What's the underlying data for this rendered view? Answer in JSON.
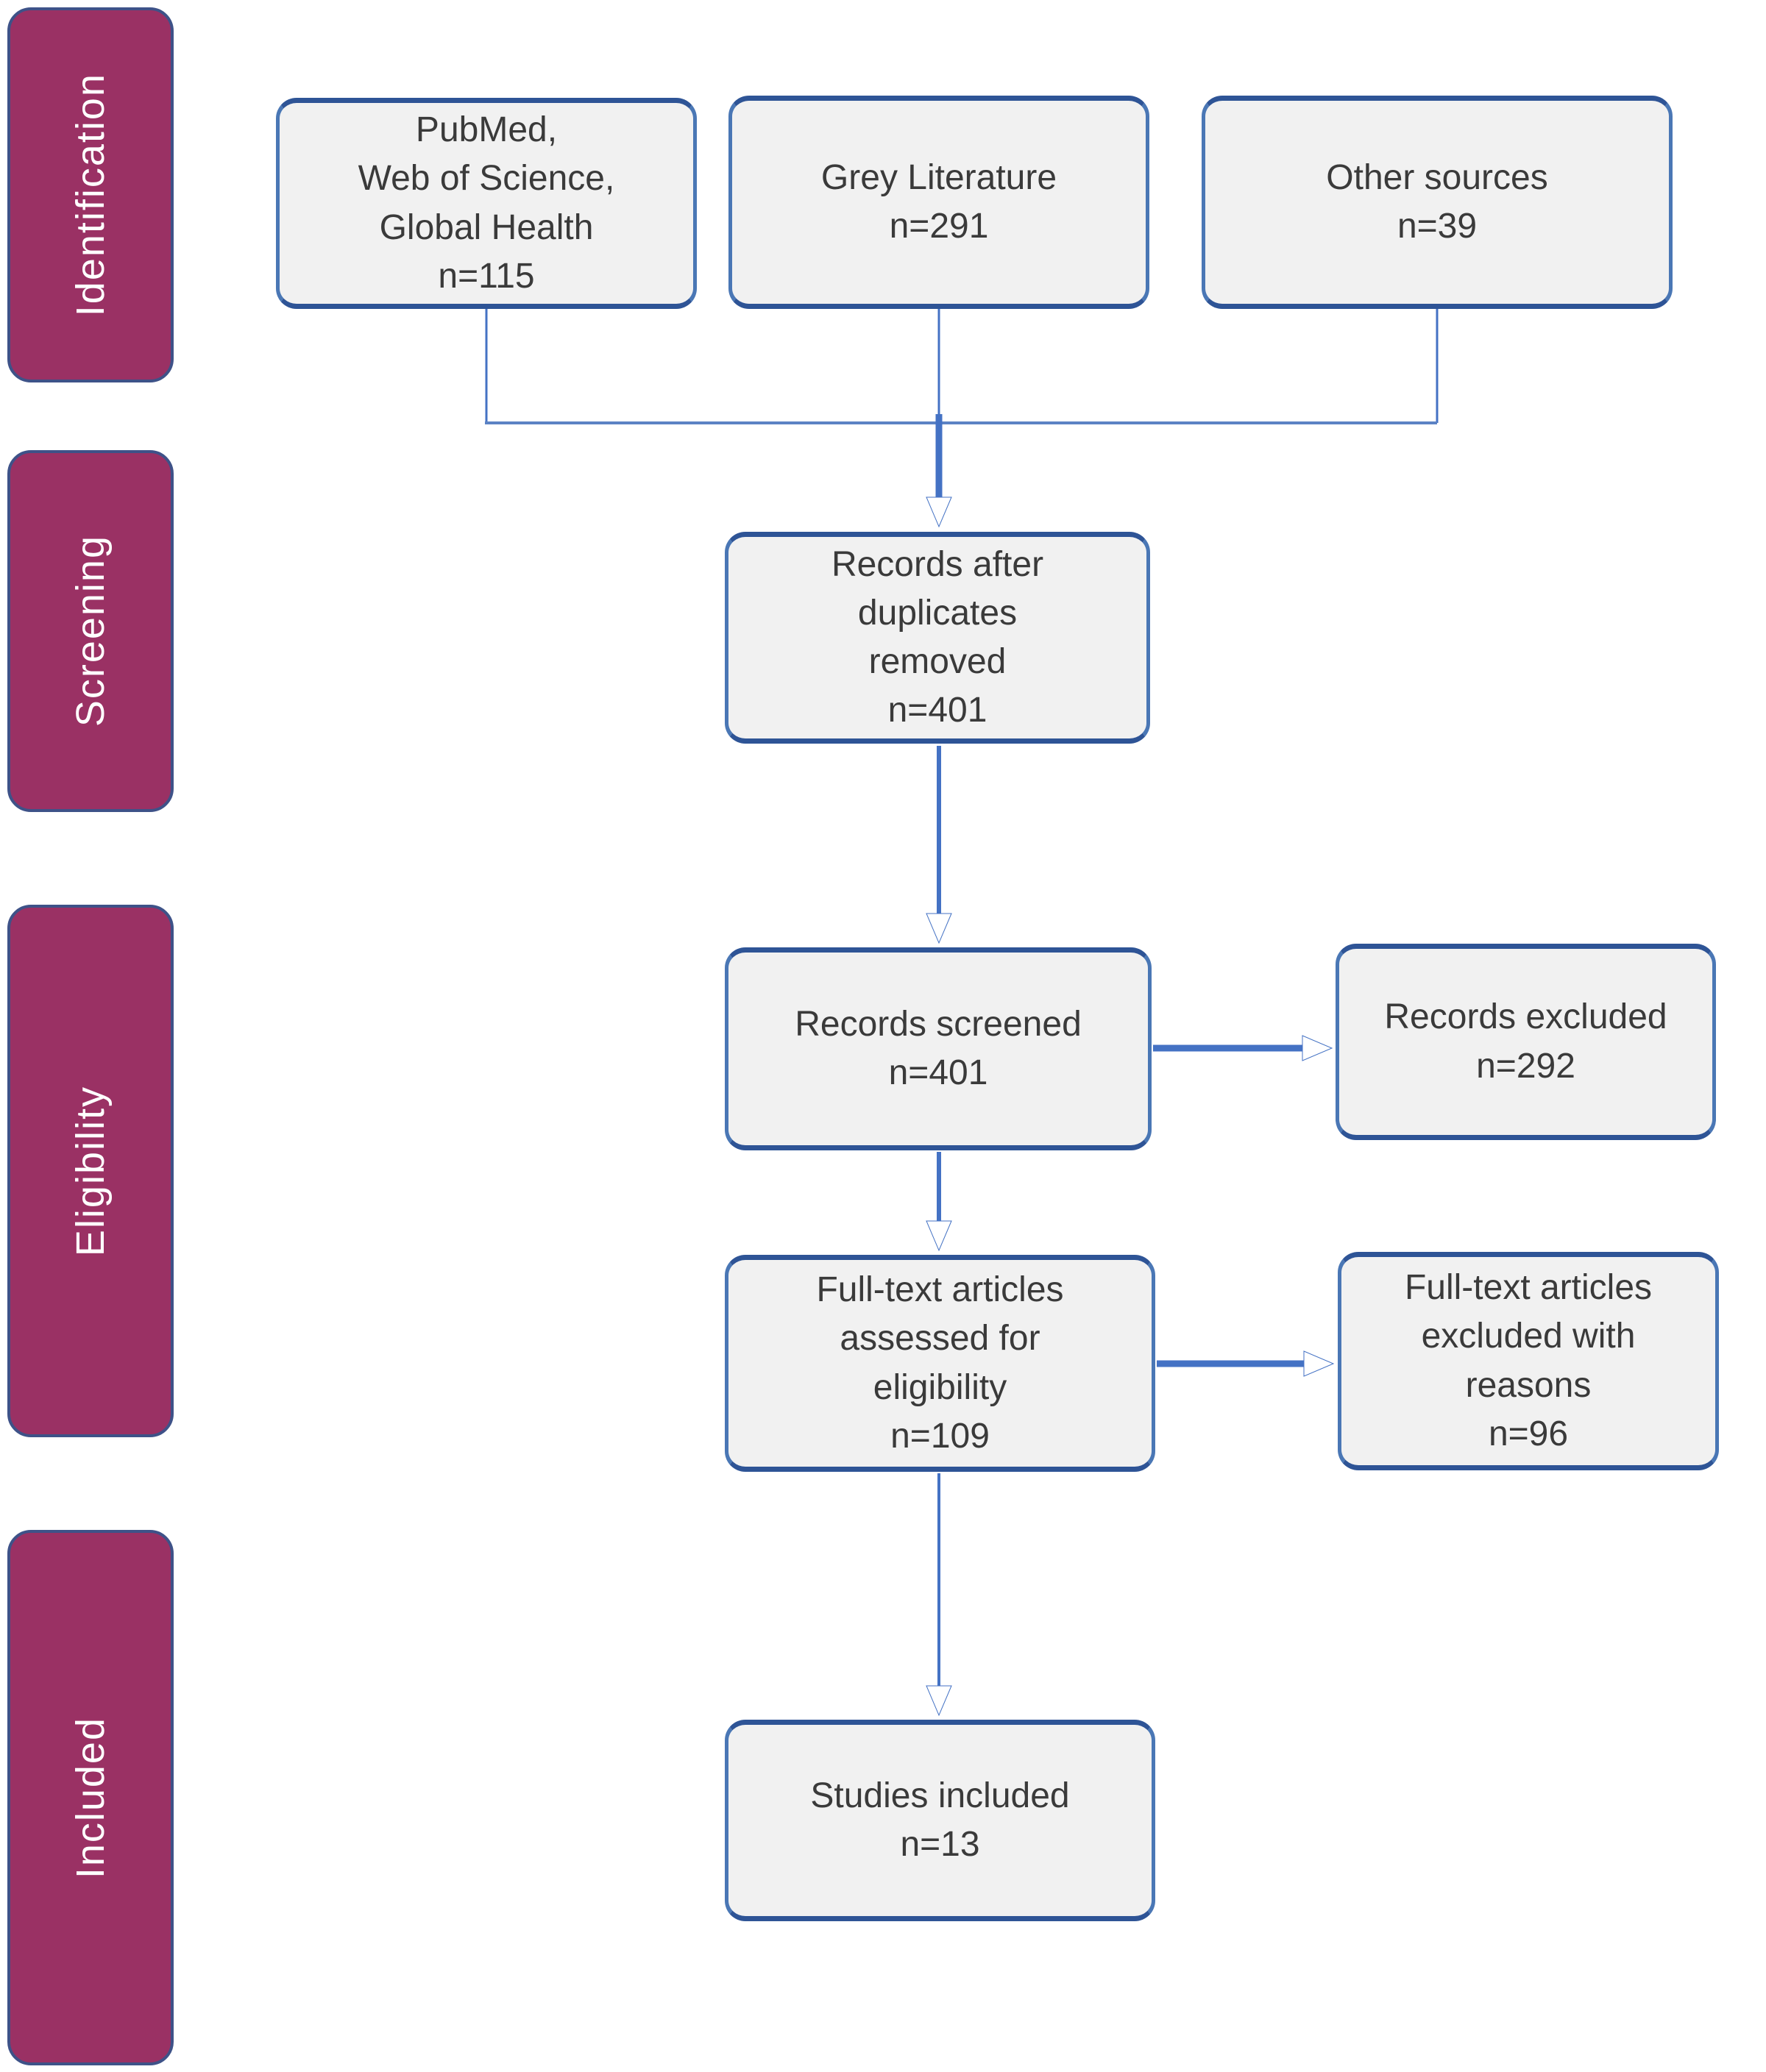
{
  "stages": [
    {
      "label": "Identification"
    },
    {
      "label": "Screening"
    },
    {
      "label": "Eligibility"
    },
    {
      "label": "Included"
    }
  ],
  "boxes": {
    "sources": {
      "label": "PubMed,\nWeb of Science,\nGlobal Health",
      "n": "n=115"
    },
    "grey": {
      "label": "Grey Literature",
      "n": "n=291"
    },
    "other": {
      "label": "Other sources",
      "n": "n=39"
    },
    "dupes": {
      "label": "Records after\nduplicates\nremoved",
      "n": "n=401"
    },
    "screened": {
      "label": "Records screened",
      "n": "n=401"
    },
    "excluded": {
      "label": "Records excluded",
      "n": "n=292"
    },
    "fulltext": {
      "label": "Full-text articles\nassessed for\neligibility",
      "n": "n=109"
    },
    "fulltext_excluded": {
      "label": "Full-text articles\nexcluded with\nreasons",
      "n": "n=96"
    },
    "included": {
      "label": "Studies included",
      "n": "n=13"
    }
  },
  "colors": {
    "stage_fill": "#9a3164",
    "stage_border": "#3e5288",
    "stage_text": "#ffffff",
    "box_fill": "#f1f1f1",
    "box_border": "#4a77b5",
    "box_border_accent": "#2e5496",
    "box_text": "#3a3a3a",
    "arrow": "#4472c4",
    "arrow_light": "#5c83c4"
  }
}
